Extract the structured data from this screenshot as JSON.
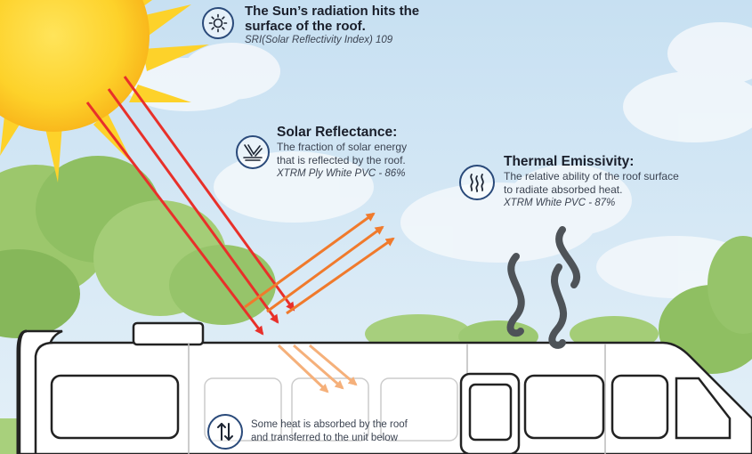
{
  "sun_callout": {
    "title_line1": "The Sun’s radiation hits the",
    "title_line2": "surface of the roof.",
    "subtitle": "SRI(Solar Reflectivity Index) 109",
    "icon": "sun-icon"
  },
  "reflectance_callout": {
    "title": "Solar Reflectance:",
    "line1": "The fraction of solar energy",
    "line2": "that is reflected by the roof.",
    "subtitle": "XTRM Ply White PVC - 86%",
    "icon": "reflection-icon"
  },
  "emissivity_callout": {
    "title": "Thermal Emissivity:",
    "line1": "The relative ability of the roof surface",
    "line2": "to radiate absorbed heat.",
    "subtitle": "XTRM White PVC - 87%",
    "icon": "heat-waves-icon"
  },
  "absorbed_callout": {
    "line1": "Some heat is absorbed by the roof",
    "line2": "and transferred to the unit below",
    "icon": "up-down-arrows-icon"
  },
  "colors": {
    "sky": "#cfe4f3",
    "sun": "#fdd22a",
    "incoming_ray": "#e8302a",
    "reflected_ray": "#f07a2c",
    "absorbed_ray": "#f5b07a",
    "heat_wave": "#555a60",
    "icon_ring": "#2a4a7a",
    "trees": "#8fbf62"
  }
}
